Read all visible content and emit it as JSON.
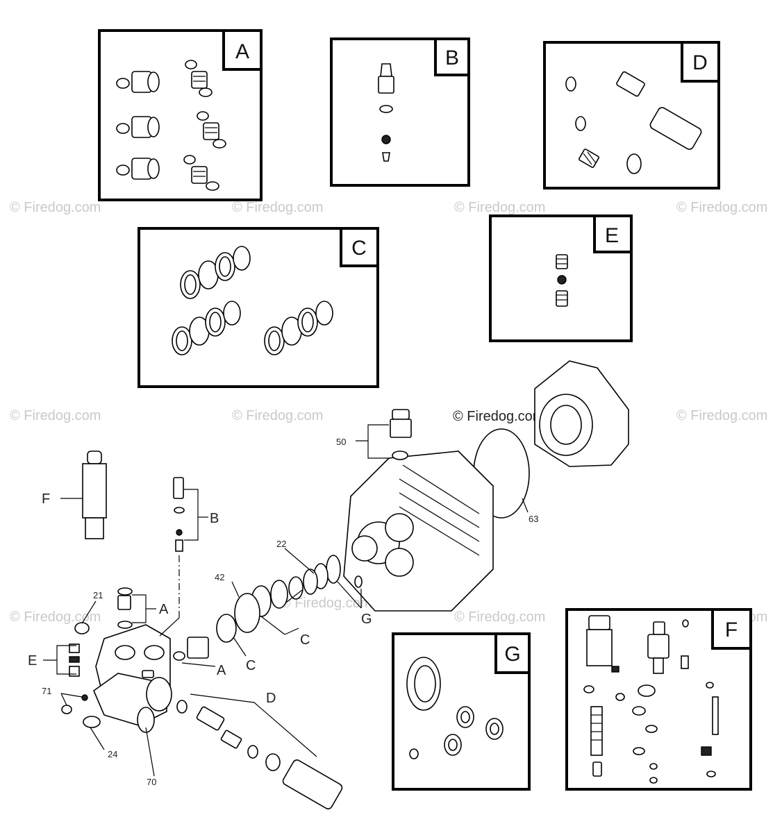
{
  "watermark_text": "© Firedog.com",
  "insets": {
    "A": "A",
    "B": "B",
    "C": "C",
    "D": "D",
    "E": "E",
    "F": "F",
    "G": "G"
  },
  "callouts": {
    "c50": "50",
    "c63": "63",
    "c22": "22",
    "c42": "42",
    "c21": "21",
    "c71": "71",
    "c24": "24",
    "c70": "70",
    "lF": "F",
    "lB": "B",
    "lA1": "A",
    "lA2": "A",
    "lC1": "C",
    "lC2": "C",
    "lG": "G",
    "lE": "E",
    "lD": "D"
  }
}
